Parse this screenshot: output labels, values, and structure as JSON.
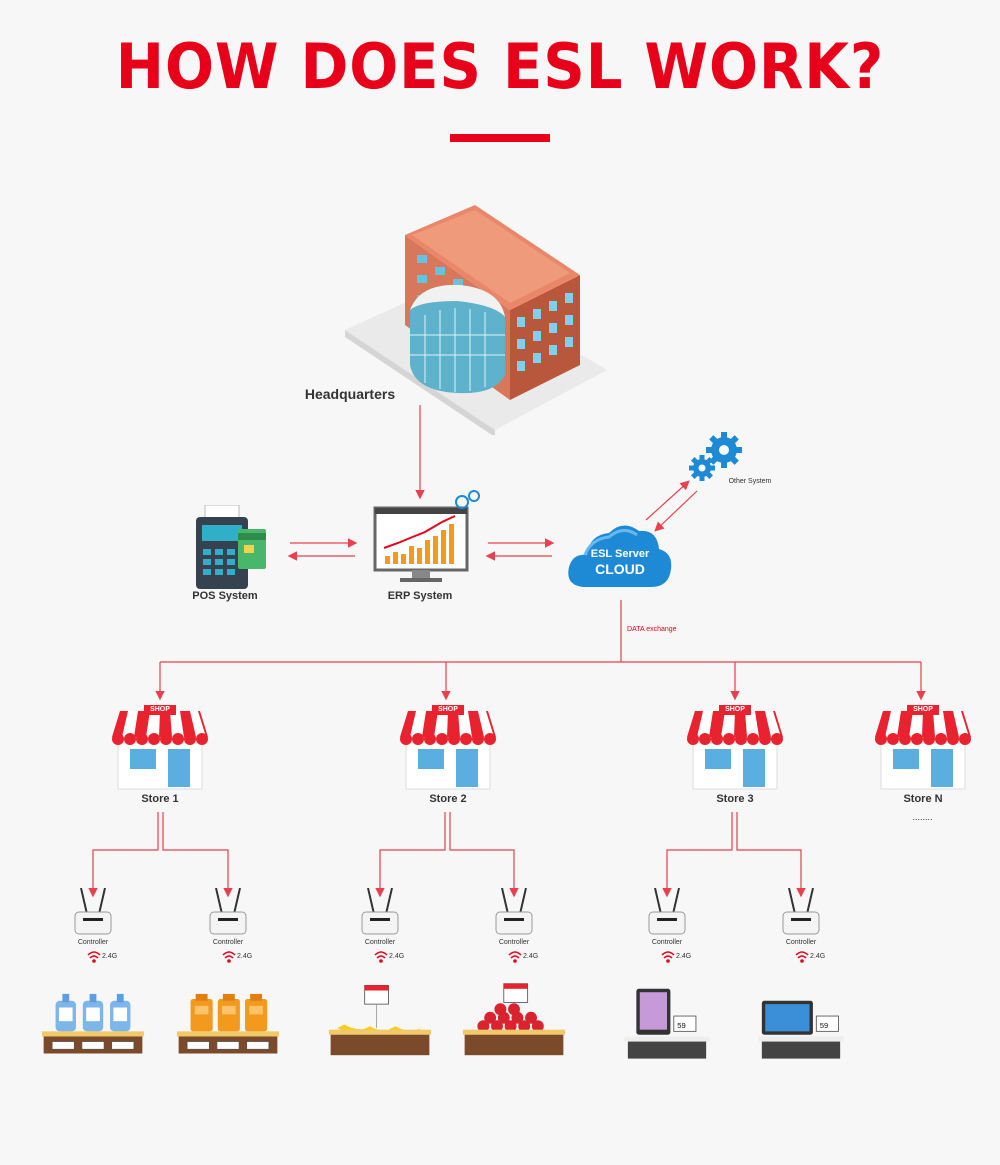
{
  "title": "HOW DOES ESL WORK?",
  "colors": {
    "accent": "#e8001a",
    "line": "#e9404f",
    "cloud": "#1e8ad6"
  },
  "nodes": {
    "headquarters": "Headquarters",
    "pos": "POS System",
    "erp": "ERP System",
    "cloud_line1": "ESL Server",
    "cloud_line2": "CLOUD",
    "other": "Other System",
    "data_exchange": "DATA exchange"
  },
  "stores": [
    {
      "label": "Store 1",
      "sign": "SHOP"
    },
    {
      "label": "Store 2",
      "sign": "SHOP"
    },
    {
      "label": "Store 3",
      "sign": "SHOP"
    },
    {
      "label": "Store N",
      "sign": "SHOP"
    }
  ],
  "store_n_more": "........",
  "controllers": [
    {
      "label": "Controller",
      "freq": "2.4G"
    },
    {
      "label": "Controller",
      "freq": "2.4G"
    },
    {
      "label": "Controller",
      "freq": "2.4G"
    },
    {
      "label": "Controller",
      "freq": "2.4G"
    },
    {
      "label": "Controller",
      "freq": "2.4G"
    },
    {
      "label": "Controller",
      "freq": "2.4G"
    }
  ],
  "displays": [
    {
      "item": "detergent-bottles"
    },
    {
      "item": "orange-bottles"
    },
    {
      "item": "bananas"
    },
    {
      "item": "apples"
    },
    {
      "item": "tablet"
    },
    {
      "item": "monitor"
    }
  ]
}
